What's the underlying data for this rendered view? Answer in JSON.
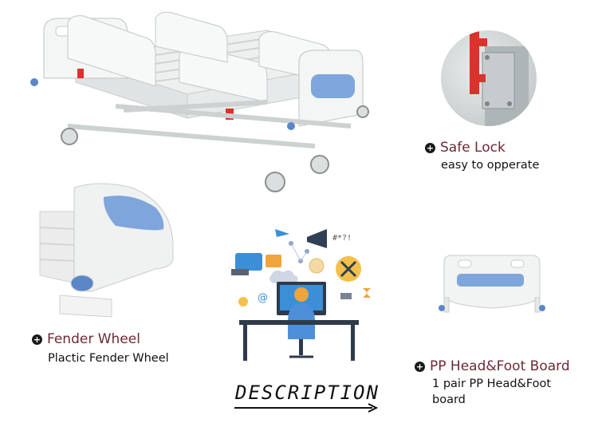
{
  "features": {
    "safe_lock": {
      "title": "Safe Lock",
      "desc": "easy to opperate"
    },
    "fender_wheel": {
      "title": "Fender Wheel",
      "desc": "Plactic Fender Wheel"
    },
    "head_foot": {
      "title": "PP Head&Foot Board",
      "desc_line1": "1 pair PP Head&Foot",
      "desc_line2": "board"
    }
  },
  "center_label": "DESCRIPTION",
  "colors": {
    "title": "#6b2a35",
    "panel_blue": "#7fa6dc",
    "lock_red": "#d9332b"
  }
}
